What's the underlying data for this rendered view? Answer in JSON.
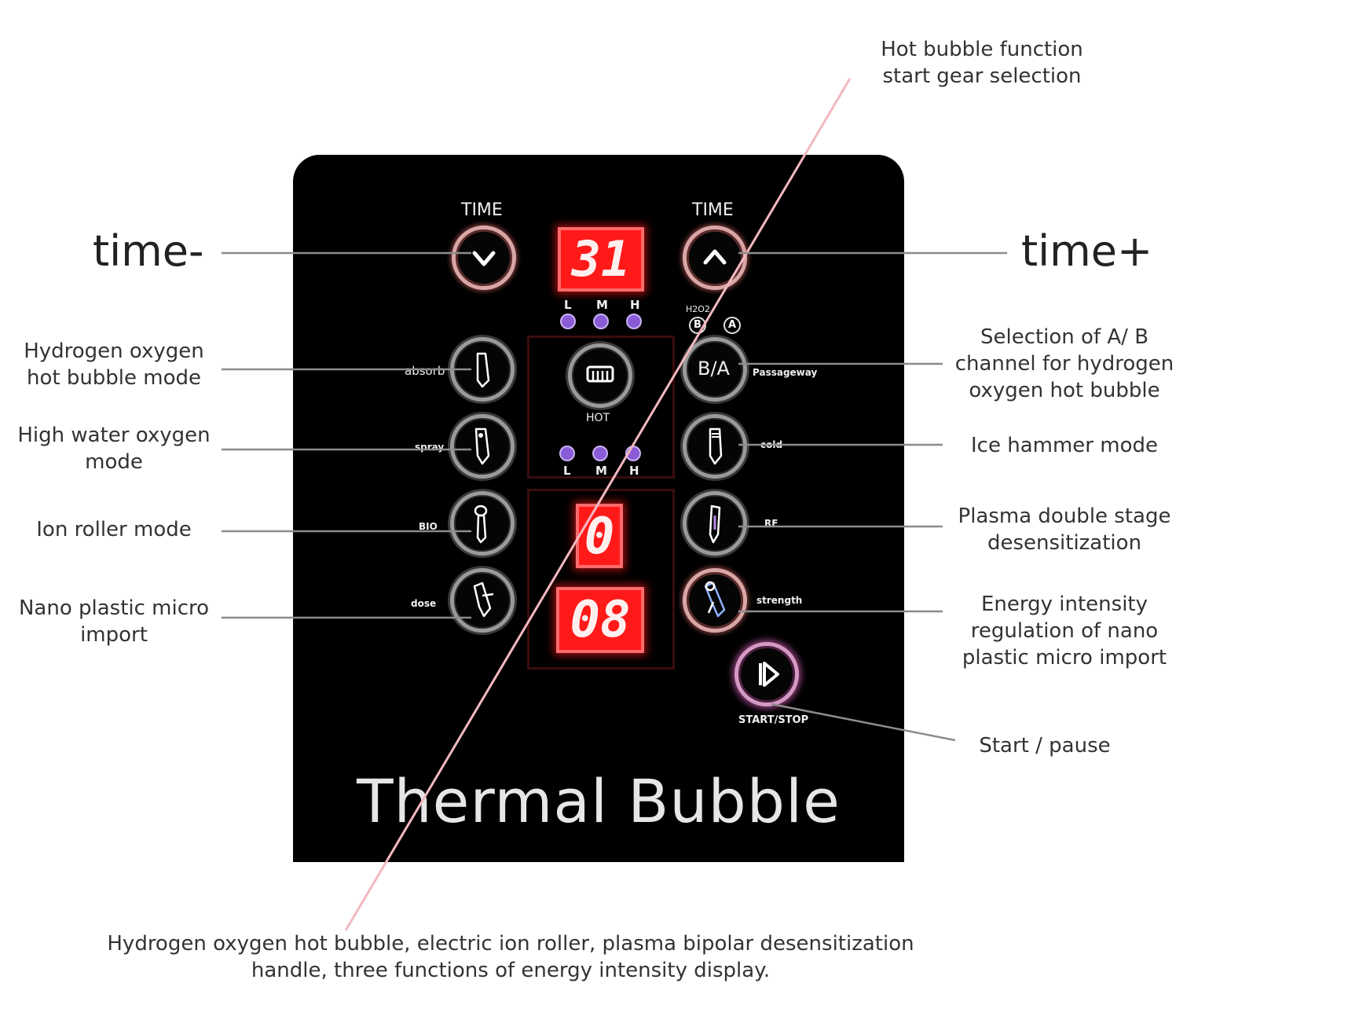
{
  "annotations": {
    "top_right": [
      "Hot bubble function",
      "start gear selection"
    ],
    "time_minus": "time-",
    "time_plus": "time+",
    "left": [
      [
        "Hydrogen oxygen",
        "hot bubble mode"
      ],
      [
        "High water oxygen",
        "mode"
      ],
      [
        "Ion roller mode"
      ],
      [
        "Nano plastic micro",
        "import"
      ]
    ],
    "right": [
      [
        "Selection of A/ B",
        "channel for hydrogen",
        "oxygen hot bubble"
      ],
      [
        "Ice hammer mode"
      ],
      [
        "Plasma double stage",
        "desensitization"
      ],
      [
        "Energy intensity",
        "regulation of nano",
        "plastic micro import"
      ],
      [
        "Start / pause"
      ]
    ],
    "bottom": [
      "Hydrogen oxygen hot bubble, electric ion roller, plasma bipolar desensitization",
      "handle, three functions of energy intensity display."
    ]
  },
  "panel": {
    "time_label_left": "TIME",
    "time_label_right": "TIME",
    "display_top": "31",
    "display_middle": "0",
    "display_bottom": "08",
    "lmh": [
      "L",
      "M",
      "H"
    ],
    "h2o2_label": "H2O2",
    "channel_b": "B",
    "channel_a": "A",
    "hot_label": "HOT",
    "ba_label": "B/A",
    "left_buttons": [
      "absorb",
      "spray",
      "BIO",
      "dose"
    ],
    "right_buttons": [
      "Passageway",
      "cold",
      "RF",
      "strength"
    ],
    "start_label": "START/STOP",
    "brand": "Thermal Bubble"
  },
  "colors": {
    "panel": "#000000",
    "display": "#ff1a1a",
    "led": "#8a5bd6",
    "leader_line": "#8c8c8c",
    "pink_line": "#f2b8bf"
  }
}
